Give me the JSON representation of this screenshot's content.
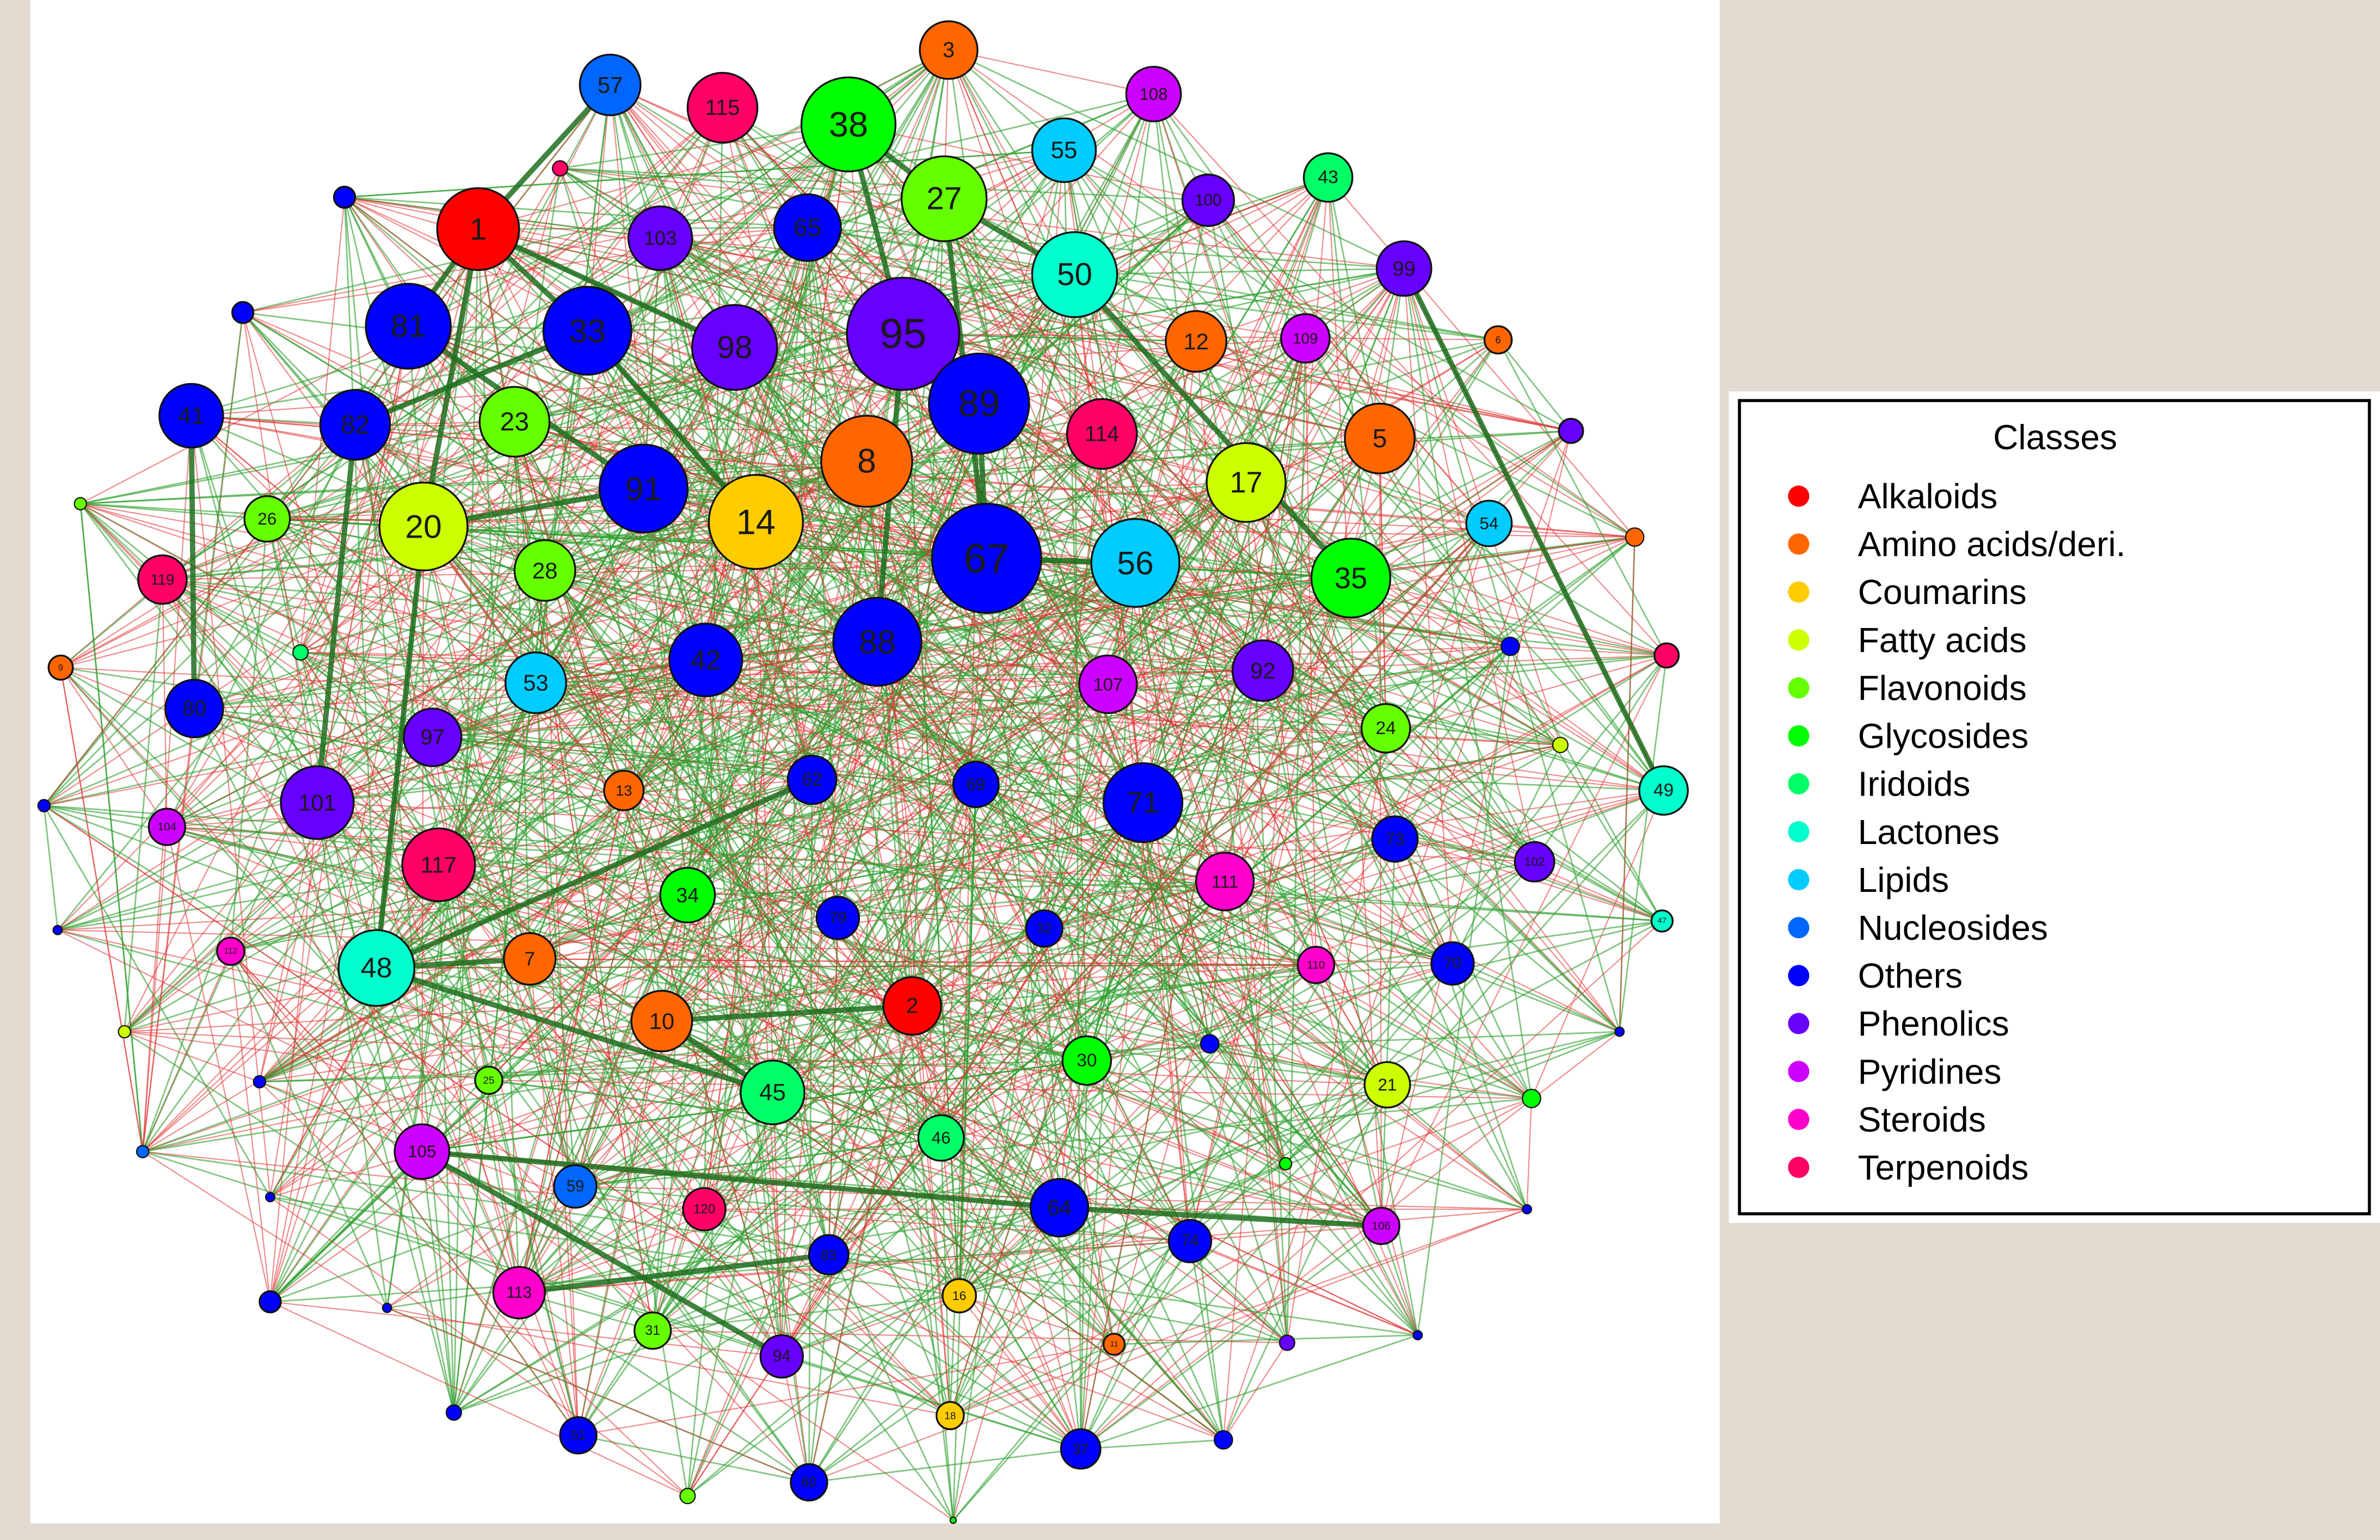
{
  "legend": {
    "title": "Classes",
    "classes": [
      {
        "name": "Alkaloids",
        "color": "#ff0000"
      },
      {
        "name": "Amino acids/deri.",
        "color": "#ff6600"
      },
      {
        "name": "Coumarins",
        "color": "#ffcc00"
      },
      {
        "name": "Fatty acids",
        "color": "#ccff00"
      },
      {
        "name": "Flavonoids",
        "color": "#66ff00"
      },
      {
        "name": "Glycosides",
        "color": "#00ff00"
      },
      {
        "name": "Iridoids",
        "color": "#00ff66"
      },
      {
        "name": "Lactones",
        "color": "#00ffcc"
      },
      {
        "name": "Lipids",
        "color": "#00ccff"
      },
      {
        "name": "Nucleosides",
        "color": "#0066ff"
      },
      {
        "name": "Others",
        "color": "#0000ff"
      },
      {
        "name": "Phenolics",
        "color": "#6600ff"
      },
      {
        "name": "Pyridines",
        "color": "#cc00ff"
      },
      {
        "name": "Steroids",
        "color": "#ff00cc"
      },
      {
        "name": "Terpenoids",
        "color": "#ff0066"
      }
    ]
  },
  "edge_colors": {
    "positive": "#2e9e2e",
    "negative": "#e03030",
    "strong": "#1f6f1f"
  },
  "network": {
    "nodes": [
      {
        "label": "3",
        "class": 1
      },
      {
        "label": "57",
        "class": 9
      },
      {
        "label": "115",
        "class": 14
      },
      {
        "label": "38",
        "class": 5
      },
      {
        "label": "108",
        "class": 12
      },
      {
        "label": "55",
        "class": 8
      },
      {
        "label": "43",
        "class": 6
      },
      {
        "label": "100",
        "class": 11
      },
      {
        "label": "1",
        "class": 0
      },
      {
        "label": "103",
        "class": 11
      },
      {
        "label": "65",
        "class": 10
      },
      {
        "label": "27",
        "class": 4
      },
      {
        "label": "50",
        "class": 7
      },
      {
        "label": "99",
        "class": 11
      },
      {
        "label": "",
        "class": 10
      },
      {
        "label": "",
        "class": 10
      },
      {
        "label": "",
        "class": 14
      },
      {
        "label": "81",
        "class": 10
      },
      {
        "label": "33",
        "class": 10
      },
      {
        "label": "98",
        "class": 11
      },
      {
        "label": "95",
        "class": 11
      },
      {
        "label": "12",
        "class": 1
      },
      {
        "label": "109",
        "class": 12
      },
      {
        "label": "6",
        "class": 1
      },
      {
        "label": "41",
        "class": 10
      },
      {
        "label": "82",
        "class": 10
      },
      {
        "label": "23",
        "class": 4
      },
      {
        "label": "89",
        "class": 10
      },
      {
        "label": "114",
        "class": 14
      },
      {
        "label": "5",
        "class": 1
      },
      {
        "label": "8",
        "class": 1
      },
      {
        "label": "17",
        "class": 3
      },
      {
        "label": "",
        "class": 11
      },
      {
        "label": "",
        "class": 4
      },
      {
        "label": "26",
        "class": 4
      },
      {
        "label": "20",
        "class": 3
      },
      {
        "label": "91",
        "class": 10
      },
      {
        "label": "14",
        "class": 2
      },
      {
        "label": "67",
        "class": 10
      },
      {
        "label": "56",
        "class": 8
      },
      {
        "label": "35",
        "class": 5
      },
      {
        "label": "54",
        "class": 8
      },
      {
        "label": "",
        "class": 1
      },
      {
        "label": "119",
        "class": 14
      },
      {
        "label": "28",
        "class": 4
      },
      {
        "label": "",
        "class": 6
      },
      {
        "label": "9",
        "class": 1
      },
      {
        "label": "53",
        "class": 8
      },
      {
        "label": "42",
        "class": 10
      },
      {
        "label": "88",
        "class": 10
      },
      {
        "label": "107",
        "class": 12
      },
      {
        "label": "92",
        "class": 11
      },
      {
        "label": "",
        "class": 10
      },
      {
        "label": "",
        "class": 14
      },
      {
        "label": "80",
        "class": 10
      },
      {
        "label": "97",
        "class": 11
      },
      {
        "label": "24",
        "class": 4
      },
      {
        "label": "",
        "class": 3
      },
      {
        "label": "101",
        "class": 11
      },
      {
        "label": "13",
        "class": 1
      },
      {
        "label": "62",
        "class": 10
      },
      {
        "label": "69",
        "class": 10
      },
      {
        "label": "71",
        "class": 10
      },
      {
        "label": "49",
        "class": 7
      },
      {
        "label": "",
        "class": 10
      },
      {
        "label": "104",
        "class": 12
      },
      {
        "label": "117",
        "class": 14
      },
      {
        "label": "73",
        "class": 10
      },
      {
        "label": "102",
        "class": 11
      },
      {
        "label": "111",
        "class": 13
      },
      {
        "label": "34",
        "class": 5
      },
      {
        "label": "79",
        "class": 10
      },
      {
        "label": "32",
        "class": 10
      },
      {
        "label": "",
        "class": 10
      },
      {
        "label": "112",
        "class": 13
      },
      {
        "label": "48",
        "class": 7
      },
      {
        "label": "7",
        "class": 1
      },
      {
        "label": "110",
        "class": 13
      },
      {
        "label": "70",
        "class": 10
      },
      {
        "label": "47",
        "class": 7
      },
      {
        "label": "2",
        "class": 0
      },
      {
        "label": "10",
        "class": 1
      },
      {
        "label": "",
        "class": 3
      },
      {
        "label": "",
        "class": 10
      },
      {
        "label": "30",
        "class": 5
      },
      {
        "label": "45",
        "class": 6
      },
      {
        "label": "",
        "class": 10
      },
      {
        "label": "25",
        "class": 4
      },
      {
        "label": "21",
        "class": 3
      },
      {
        "label": "",
        "class": 10
      },
      {
        "label": "",
        "class": 5
      },
      {
        "label": "105",
        "class": 12
      },
      {
        "label": "46",
        "class": 6
      },
      {
        "label": "",
        "class": 9
      },
      {
        "label": "",
        "class": 5
      },
      {
        "label": "59",
        "class": 9
      },
      {
        "label": "120",
        "class": 14
      },
      {
        "label": "64",
        "class": 10
      },
      {
        "label": "106",
        "class": 12
      },
      {
        "label": "",
        "class": 10
      },
      {
        "label": "",
        "class": 10
      },
      {
        "label": "74",
        "class": 10
      },
      {
        "label": "83",
        "class": 10
      },
      {
        "label": "113",
        "class": 13
      },
      {
        "label": "",
        "class": 10
      },
      {
        "label": "",
        "class": 10
      },
      {
        "label": "16",
        "class": 2
      },
      {
        "label": "31",
        "class": 4
      },
      {
        "label": "11",
        "class": 1
      },
      {
        "label": "94",
        "class": 11
      },
      {
        "label": "",
        "class": 11
      },
      {
        "label": "",
        "class": 10
      },
      {
        "label": "",
        "class": 10
      },
      {
        "label": "51",
        "class": 10
      },
      {
        "label": "18",
        "class": 2
      },
      {
        "label": "37",
        "class": 10
      },
      {
        "label": "",
        "class": 10
      },
      {
        "label": "60",
        "class": 10
      },
      {
        "label": "",
        "class": 4
      },
      {
        "label": "",
        "class": 5
      }
    ]
  }
}
